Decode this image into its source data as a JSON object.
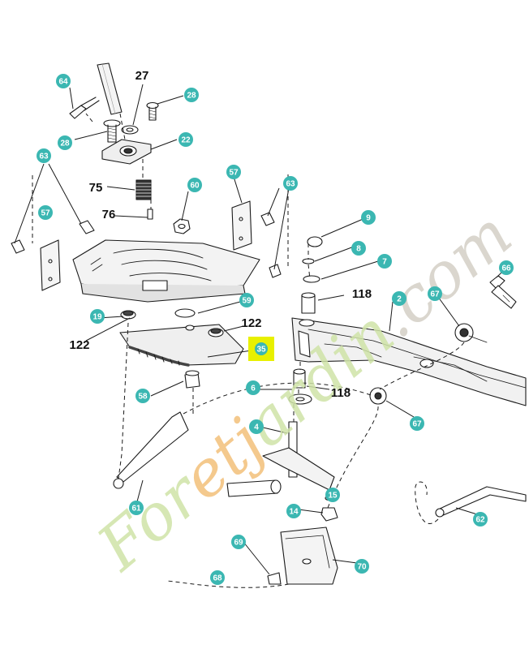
{
  "colors": {
    "callout_teal": "#3bb7b2",
    "highlight_yellow": "#e8f000",
    "watermark_green": "#cfe3a8",
    "watermark_orange": "#f3c07a",
    "watermark_gray": "#d4d0c6",
    "line_color": "#1a1a1a"
  },
  "watermark": {
    "text": "Foretjardin.com"
  },
  "callouts": [
    {
      "id": "64",
      "style": "teal"
    },
    {
      "id": "27",
      "style": "plain"
    },
    {
      "id": "28",
      "style": "teal"
    },
    {
      "id": "28",
      "style": "teal"
    },
    {
      "id": "22",
      "style": "teal"
    },
    {
      "id": "63",
      "style": "teal"
    },
    {
      "id": "57",
      "style": "teal"
    },
    {
      "id": "63",
      "style": "teal"
    },
    {
      "id": "75",
      "style": "plain"
    },
    {
      "id": "60",
      "style": "teal"
    },
    {
      "id": "76",
      "style": "plain"
    },
    {
      "id": "57",
      "style": "teal"
    },
    {
      "id": "9",
      "style": "teal"
    },
    {
      "id": "8",
      "style": "teal"
    },
    {
      "id": "7",
      "style": "teal"
    },
    {
      "id": "66",
      "style": "teal"
    },
    {
      "id": "118",
      "style": "plain"
    },
    {
      "id": "2",
      "style": "teal"
    },
    {
      "id": "67",
      "style": "teal"
    },
    {
      "id": "19",
      "style": "teal"
    },
    {
      "id": "59",
      "style": "teal"
    },
    {
      "id": "122",
      "style": "plain"
    },
    {
      "id": "122",
      "style": "plain"
    },
    {
      "id": "35",
      "style": "highlight"
    },
    {
      "id": "6",
      "style": "teal"
    },
    {
      "id": "118",
      "style": "plain"
    },
    {
      "id": "58",
      "style": "teal"
    },
    {
      "id": "67",
      "style": "teal"
    },
    {
      "id": "4",
      "style": "teal"
    },
    {
      "id": "15",
      "style": "teal"
    },
    {
      "id": "14",
      "style": "teal"
    },
    {
      "id": "61",
      "style": "teal"
    },
    {
      "id": "62",
      "style": "teal"
    },
    {
      "id": "69",
      "style": "teal"
    },
    {
      "id": "70",
      "style": "teal"
    },
    {
      "id": "68",
      "style": "teal"
    }
  ]
}
